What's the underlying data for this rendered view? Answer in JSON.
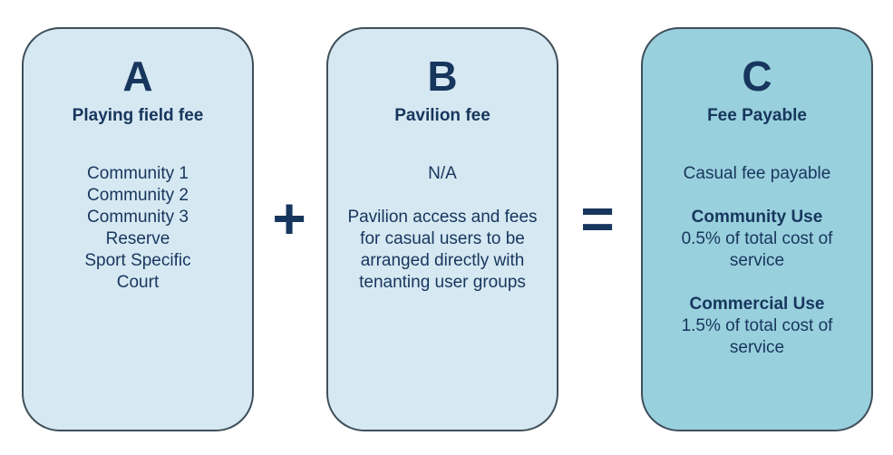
{
  "cards": [
    {
      "letter": "A",
      "heading": "Playing field fee",
      "lines": [
        "Community 1",
        "Community 2",
        "Community 3",
        "Reserve",
        "Sport Specific",
        "Court"
      ]
    },
    {
      "letter": "B",
      "heading": "Pavilion fee",
      "na": "N/A",
      "lines": [
        "Pavilion access and fees",
        "for casual users to be",
        "arranged directly with",
        "tenanting user groups"
      ]
    },
    {
      "letter": "C",
      "heading": "Fee Payable",
      "intro": "Casual fee payable",
      "community_title": "Community Use",
      "community_lines": [
        "0.5% of total cost of",
        "service"
      ],
      "commercial_title": "Commercial Use",
      "commercial_lines": [
        "1.5% of total cost of",
        "service"
      ]
    }
  ],
  "operators": {
    "plus": "+",
    "equals": "="
  },
  "colors": {
    "text": "#17365d",
    "card_light": "#d6e8f2",
    "card_accent": "#99d0dd",
    "border": "#3f4f5a"
  }
}
